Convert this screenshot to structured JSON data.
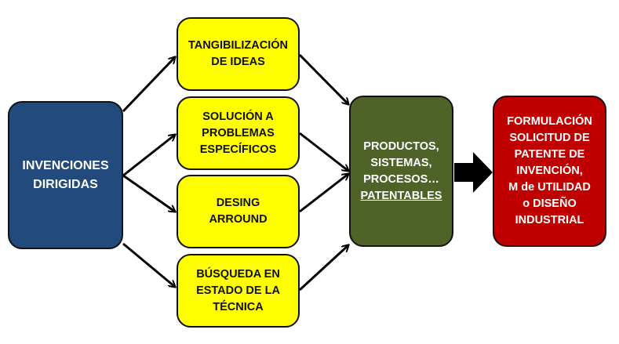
{
  "source": {
    "line1": "INVENCIONES",
    "line2": "DIRIGIDAS",
    "color": "#234a7c"
  },
  "paths": [
    {
      "lines": [
        "TANGIBILIZACIÓN",
        "DE IDEAS"
      ]
    },
    {
      "lines": [
        "SOLUCIÓN A",
        "PROBLEMAS",
        "ESPECÍFICOS"
      ]
    },
    {
      "lines": [
        "DESING",
        "ARROUND"
      ]
    },
    {
      "lines": [
        "BÚSQUEDA EN",
        "ESTADO DE LA",
        "TÉCNICA"
      ]
    }
  ],
  "result": {
    "lines": [
      "PRODUCTOS,",
      "SISTEMAS,",
      "PROCESOS…"
    ],
    "underlined": "PATENTABLES",
    "color": "#4f6228"
  },
  "final": {
    "lines": [
      "FORMULACIÓN",
      "SOLICITUD DE",
      "PATENTE DE",
      "INVENCIÓN,",
      "M de UTILIDAD",
      "o DISEÑO",
      "INDUSTRIAL"
    ],
    "color": "#c00000"
  },
  "path_color": "#ffff00"
}
